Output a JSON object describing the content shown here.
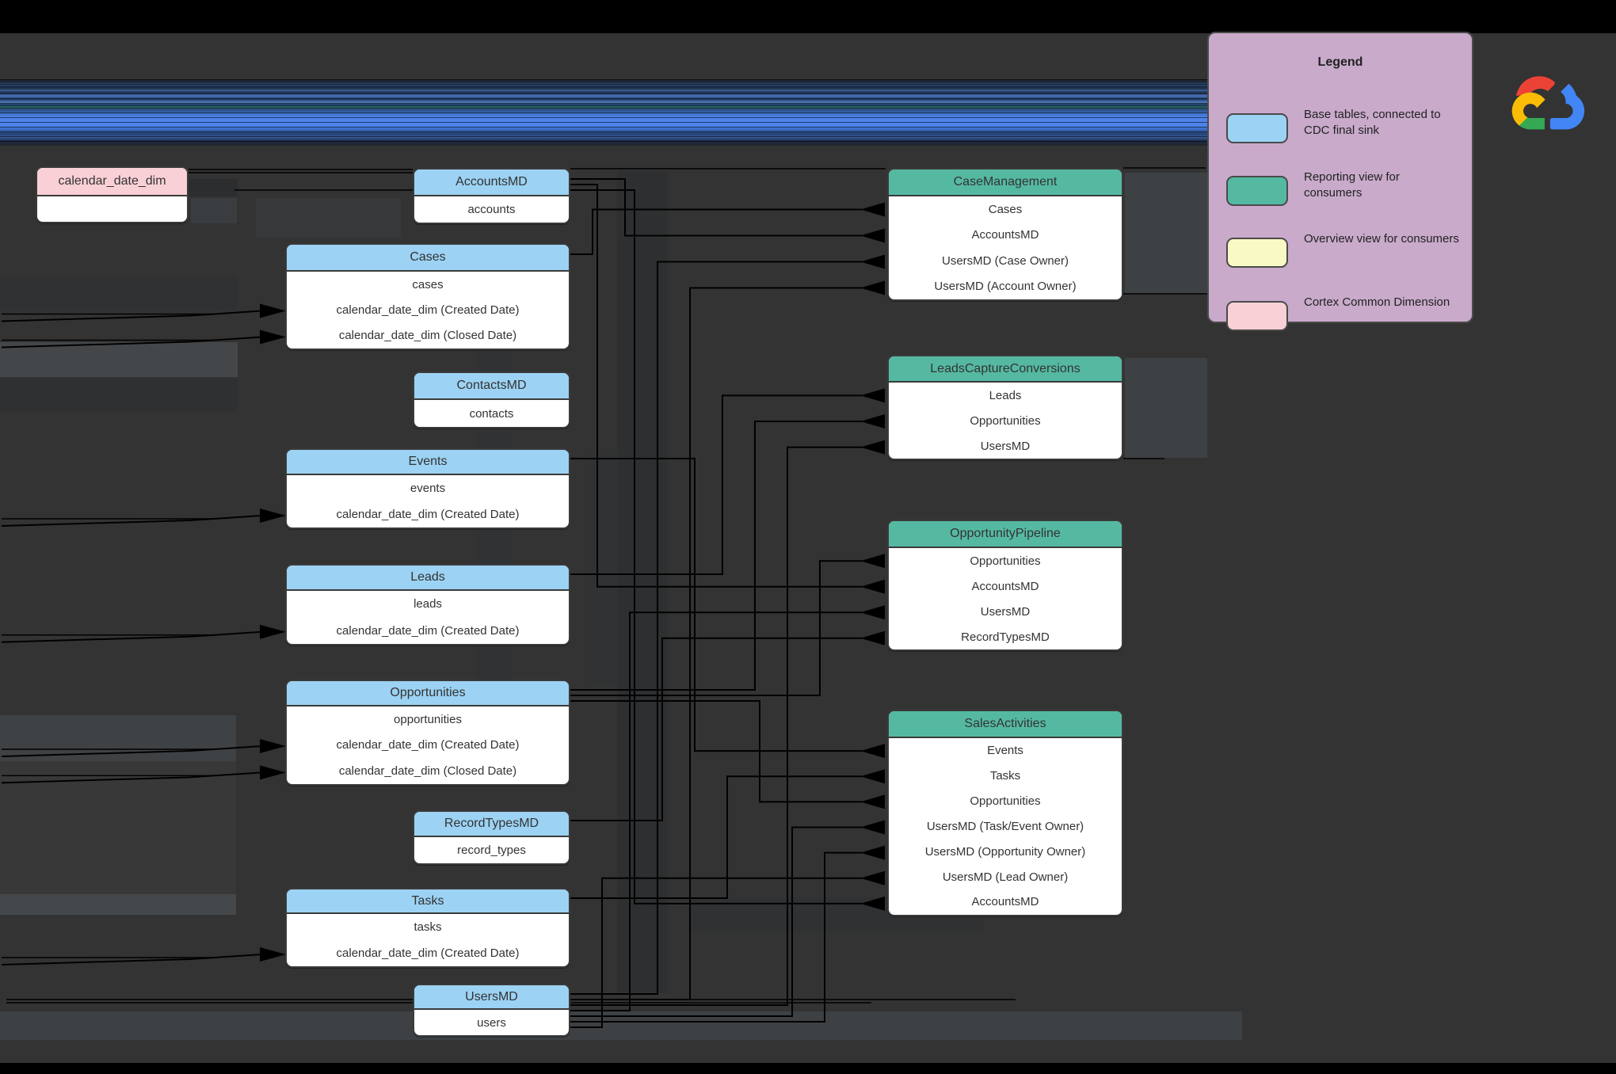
{
  "diagram": {
    "legend": {
      "title": "Legend",
      "items": [
        {
          "id": "base",
          "label": "Base tables, connected to CDC final sink",
          "color": "#9cd2f3"
        },
        {
          "id": "reporting",
          "label": "Reporting view for consumers",
          "color": "#55b9a2"
        },
        {
          "id": "overview",
          "label": "Overview view for consumers",
          "color": "#f8f9c4"
        },
        {
          "id": "cortex",
          "label": "Cortex Common Dimension",
          "color": "#f9d0d6"
        }
      ]
    },
    "logo": {
      "name": "google-cloud-logo",
      "colors": {
        "red": "#EA4335",
        "blue": "#4285F4",
        "green": "#34A853",
        "yellow": "#FBBC05"
      }
    },
    "type_colors": {
      "base": "#9cd2f3",
      "reporting": "#55b9a2",
      "overview": "#f8f9c4",
      "cortex": "#f9d0d6"
    },
    "nodes": [
      {
        "id": "calendar_date_dim",
        "header": "calendar_date_dim",
        "type": "cortex",
        "rows": [
          ""
        ]
      },
      {
        "id": "AccountsMD",
        "header": "AccountsMD",
        "type": "base",
        "rows": [
          "accounts"
        ]
      },
      {
        "id": "Cases",
        "header": "Cases",
        "type": "base",
        "rows": [
          "cases",
          "calendar_date_dim (Created Date)",
          "calendar_date_dim (Closed Date)"
        ]
      },
      {
        "id": "ContactsMD",
        "header": "ContactsMD",
        "type": "base",
        "rows": [
          "contacts"
        ]
      },
      {
        "id": "Events",
        "header": "Events",
        "type": "base",
        "rows": [
          "events",
          "calendar_date_dim (Created Date)"
        ]
      },
      {
        "id": "Leads",
        "header": "Leads",
        "type": "base",
        "rows": [
          "leads",
          "calendar_date_dim (Created Date)"
        ]
      },
      {
        "id": "Opportunities",
        "header": "Opportunities",
        "type": "base",
        "rows": [
          "opportunities",
          "calendar_date_dim (Created Date)",
          "calendar_date_dim (Closed Date)"
        ]
      },
      {
        "id": "RecordTypesMD",
        "header": "RecordTypesMD",
        "type": "base",
        "rows": [
          "record_types"
        ]
      },
      {
        "id": "Tasks",
        "header": "Tasks",
        "type": "base",
        "rows": [
          "tasks",
          "calendar_date_dim (Created Date)"
        ]
      },
      {
        "id": "UsersMD",
        "header": "UsersMD",
        "type": "base",
        "rows": [
          "users"
        ]
      },
      {
        "id": "CaseManagement",
        "header": "CaseManagement",
        "type": "reporting",
        "rows": [
          "Cases",
          "AccountsMD",
          "UsersMD (Case Owner)",
          "UsersMD (Account Owner)"
        ]
      },
      {
        "id": "LeadsCaptureConversions",
        "header": "LeadsCaptureConversions",
        "type": "reporting",
        "rows": [
          "Leads",
          "Opportunities",
          "UsersMD"
        ]
      },
      {
        "id": "OpportunityPipeline",
        "header": "OpportunityPipeline",
        "type": "reporting",
        "rows": [
          "Opportunities",
          "AccountsMD",
          "UsersMD",
          "RecordTypesMD"
        ]
      },
      {
        "id": "SalesActivities",
        "header": "SalesActivities",
        "type": "reporting",
        "rows": [
          "Events",
          "Tasks",
          "Opportunities",
          "UsersMD (Task/Event Owner)",
          "UsersMD (Opportunity Owner)",
          "UsersMD (Lead Owner)",
          "AccountsMD"
        ]
      }
    ],
    "edges": {
      "view_links": [
        {
          "from": "Cases",
          "to": "CaseManagement",
          "row": 0
        },
        {
          "from": "AccountsMD",
          "to": "CaseManagement",
          "row": 1
        },
        {
          "from": "UsersMD",
          "to": "CaseManagement",
          "row": 2
        },
        {
          "from": "UsersMD",
          "to": "CaseManagement",
          "row": 3
        },
        {
          "from": "Leads",
          "to": "LeadsCaptureConversions",
          "row": 0
        },
        {
          "from": "Opportunities",
          "to": "LeadsCaptureConversions",
          "row": 1
        },
        {
          "from": "UsersMD",
          "to": "LeadsCaptureConversions",
          "row": 2
        },
        {
          "from": "Opportunities",
          "to": "OpportunityPipeline",
          "row": 0
        },
        {
          "from": "AccountsMD",
          "to": "OpportunityPipeline",
          "row": 1
        },
        {
          "from": "UsersMD",
          "to": "OpportunityPipeline",
          "row": 2
        },
        {
          "from": "RecordTypesMD",
          "to": "OpportunityPipeline",
          "row": 3
        },
        {
          "from": "Events",
          "to": "SalesActivities",
          "row": 0
        },
        {
          "from": "Tasks",
          "to": "SalesActivities",
          "row": 1
        },
        {
          "from": "Opportunities",
          "to": "SalesActivities",
          "row": 2
        },
        {
          "from": "UsersMD",
          "to": "SalesActivities",
          "row": 3
        },
        {
          "from": "UsersMD",
          "to": "SalesActivities",
          "row": 4
        },
        {
          "from": "UsersMD",
          "to": "SalesActivities",
          "row": 5
        },
        {
          "from": "AccountsMD",
          "to": "SalesActivities",
          "row": 6
        }
      ],
      "calendar_links": [
        {
          "from": "calendar_date_dim",
          "to": "Cases",
          "row": 1
        },
        {
          "from": "calendar_date_dim",
          "to": "Cases",
          "row": 2
        },
        {
          "from": "calendar_date_dim",
          "to": "Events",
          "row": 1
        },
        {
          "from": "calendar_date_dim",
          "to": "Leads",
          "row": 1
        },
        {
          "from": "calendar_date_dim",
          "to": "Opportunities",
          "row": 1
        },
        {
          "from": "calendar_date_dim",
          "to": "Opportunities",
          "row": 2
        },
        {
          "from": "calendar_date_dim",
          "to": "Tasks",
          "row": 1
        }
      ]
    }
  }
}
